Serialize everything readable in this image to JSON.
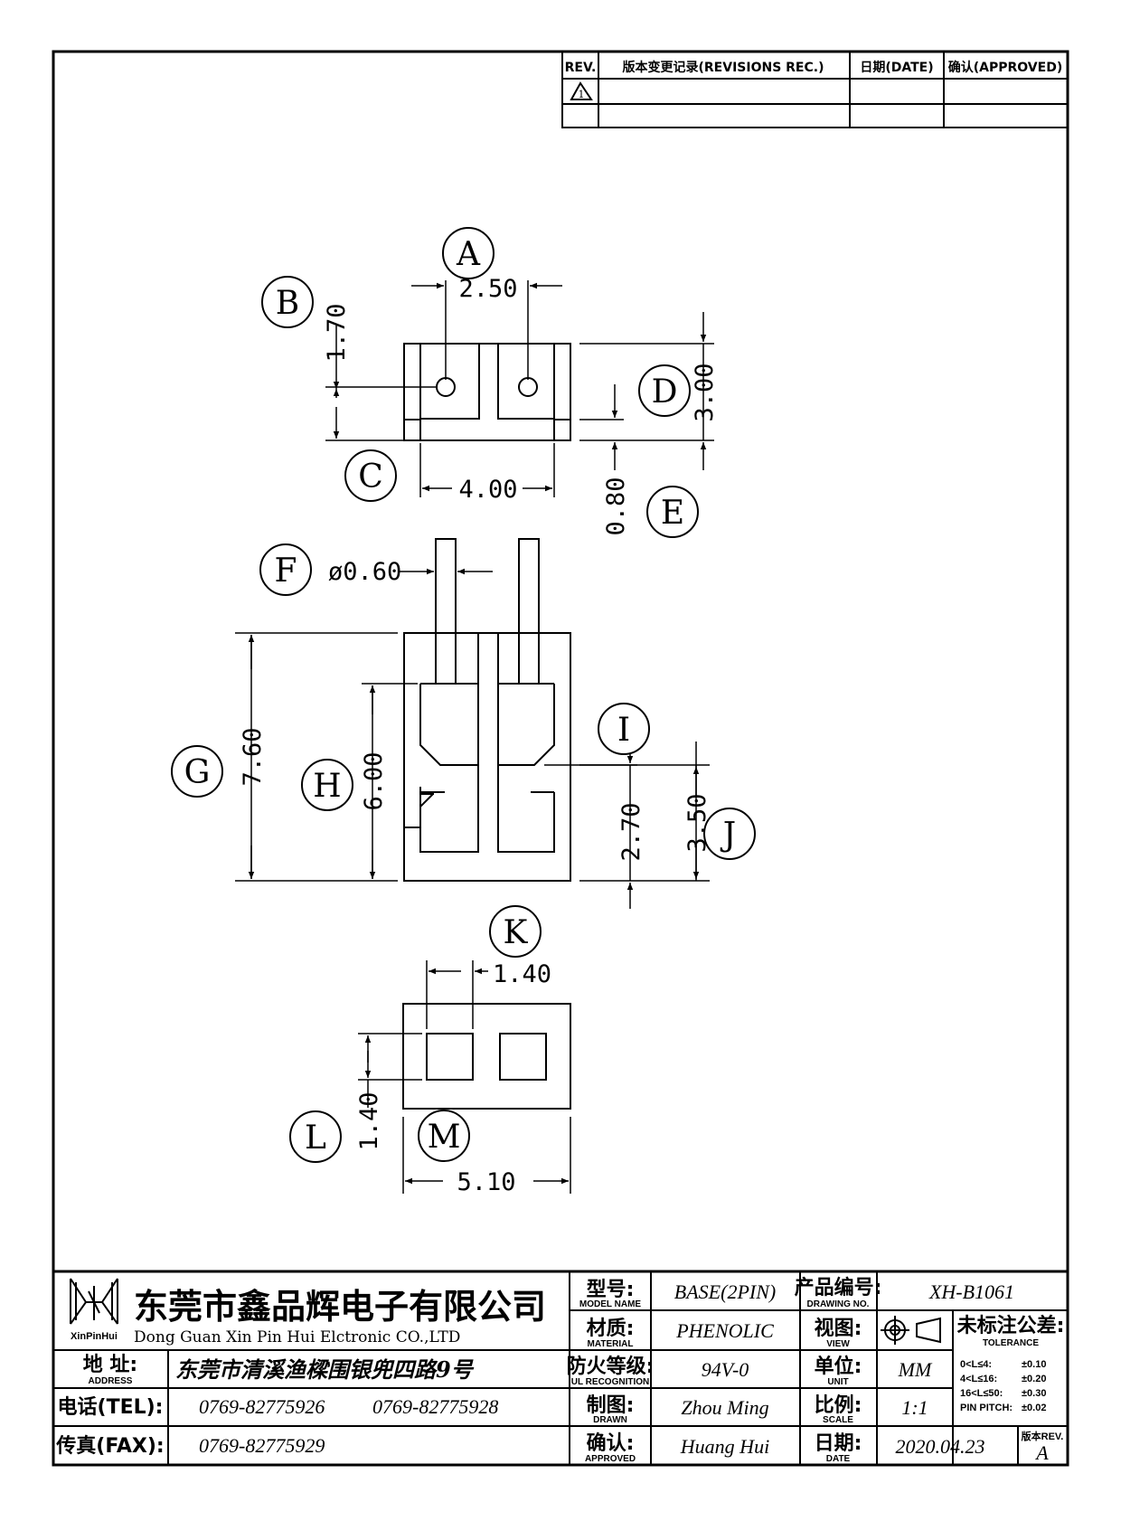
{
  "revision_table": {
    "rev_header": "REV.",
    "desc_header": "版本变更记录(REVISIONS REC.)",
    "date_header": "日期(DATE)",
    "approved_header": "确认(APPROVED)",
    "row1_rev": "1"
  },
  "dimensions": {
    "A": {
      "label": "A",
      "value": "2.50"
    },
    "B": {
      "label": "B",
      "value": "1.70"
    },
    "C": {
      "label": "C",
      "value": "4.00"
    },
    "D": {
      "label": "D",
      "value": "3.00"
    },
    "E": {
      "label": "E",
      "value": "0.80"
    },
    "F": {
      "label": "F",
      "value": "ø0.60"
    },
    "G": {
      "label": "G",
      "value": "7.60"
    },
    "H": {
      "label": "H",
      "value": "6.00"
    },
    "I": {
      "label": "I",
      "value": "2.70"
    },
    "J": {
      "label": "J",
      "value": "3.50"
    },
    "K": {
      "label": "K",
      "value": "1.40"
    },
    "L": {
      "label": "L",
      "value": "1.40"
    },
    "M": {
      "label": "M",
      "value": "5.10"
    }
  },
  "title_block": {
    "logo_caption": "XinPinHui",
    "company_cn": "东莞市鑫品辉电子有限公司",
    "company_en": "Dong Guan Xin Pin Hui Elctronic CO.,LTD",
    "address_label": "地 址:",
    "address_label_en": "ADDRESS",
    "address": "东莞市清溪渔樑围银兜四路9号",
    "tel_label": "电话(TEL):",
    "tel1": "0769-82775926",
    "tel2": "0769-82775928",
    "fax_label": "传真(FAX):",
    "fax": "0769-82775929",
    "model_label": "型号:",
    "model_label_en": "MODEL NAME",
    "model": "BASE(2PIN)",
    "material_label": "材质:",
    "material_label_en": "MATERIAL",
    "material": "PHENOLIC",
    "ul_label": "防火等级:",
    "ul_label_en": "UL RECOGNITION",
    "ul": "94V-0",
    "drawn_label": "制图:",
    "drawn_label_en": "DRAWN",
    "drawn": "Zhou Ming",
    "approved_label": "确认:",
    "approved_label_en": "APPROVED",
    "approved": "Huang Hui",
    "drawing_no_label": "产品编号:",
    "drawing_no_label_en": "DRAWING NO.",
    "drawing_no": "XH-B1061",
    "view_label": "视图:",
    "view_label_en": "VIEW",
    "unit_label": "单位:",
    "unit_label_en": "UNIT",
    "unit": "MM",
    "scale_label": "比例:",
    "scale_label_en": "SCALE",
    "scale": "1:1",
    "date_label": "日期:",
    "date_label_en": "DATE",
    "date": "2020.04.23",
    "tolerance_label": "未标注公差:",
    "tolerance_label_en": "TOLERANCE",
    "tol1_range": "0<L≤4:",
    "tol1_value": "±0.10",
    "tol2_range": "4<L≤16:",
    "tol2_value": "±0.20",
    "tol3_range": "16<L≤50:",
    "tol3_value": "±0.30",
    "tol4_range": "PIN PITCH:",
    "tol4_value": "±0.02",
    "rev_label": "版本REV.",
    "rev": "A"
  }
}
